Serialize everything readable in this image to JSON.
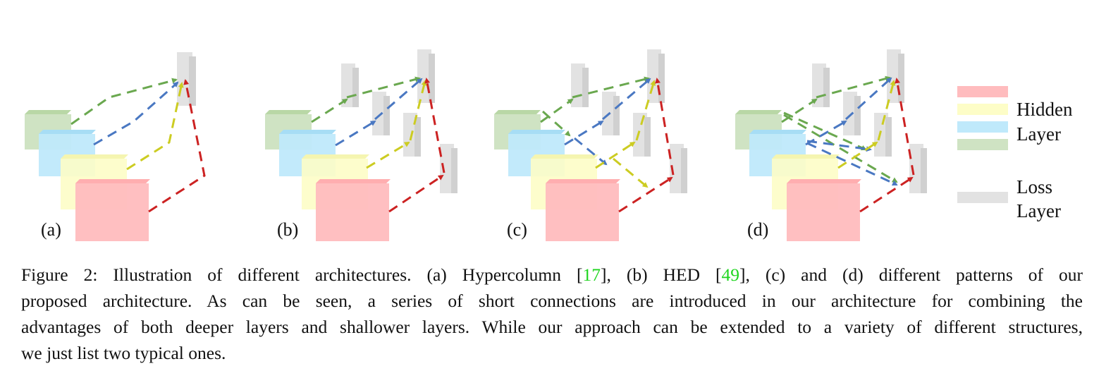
{
  "panels": [
    {
      "id": "a",
      "label": "(a)"
    },
    {
      "id": "b",
      "label": "(b)"
    },
    {
      "id": "c",
      "label": "(c)"
    },
    {
      "id": "d",
      "label": "(d)"
    }
  ],
  "legend": {
    "hidden_line1": "Hidden",
    "hidden_line2": "Layer",
    "loss_line1": "Loss",
    "loss_line2": "Layer"
  },
  "colors": {
    "red_layer": "#ffbcbe",
    "yellow_layer": "#fdfdc7",
    "blue_layer": "#bfe9fb",
    "green_layer": "#cfe3c3",
    "loss_layer": "#e2e2e2",
    "green_arrow": "#6aa84f",
    "blue_arrow": "#4a78c2",
    "yellow_arrow": "#cccc22",
    "red_arrow": "#cc2222",
    "ref_green": "#1fd51f"
  },
  "caption": {
    "line1_a": "Figure 2: Illustration of different architectures. (a) Hypercolumn [",
    "ref1": "17",
    "line1_b": "], (b) HED [",
    "ref2": "49",
    "line1_c": "], (c) and (d) different patterns of our",
    "line2": "proposed architecture. As can be seen, a series of short connections are introduced in our architecture for combining the",
    "line3": "advantages of both deeper layers and shallower layers. While our approach can be extended to a variety of different structures,",
    "line4": "we just list two typical ones."
  }
}
